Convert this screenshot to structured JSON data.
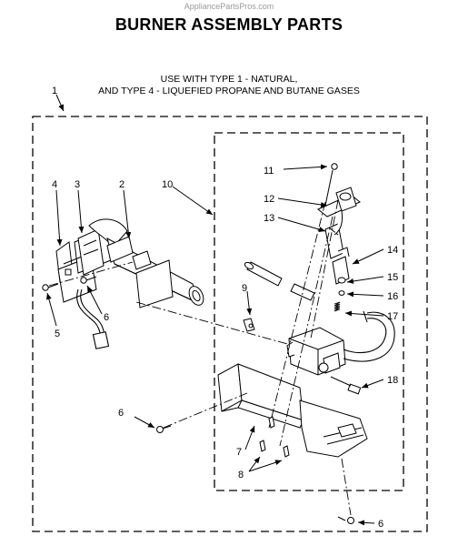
{
  "watermark": "AppliancePartsPros.com",
  "title": "BURNER ASSEMBLY PARTS",
  "subtitle_line1": "USE WITH TYPE 1 - NATURAL,",
  "subtitle_line2": "AND TYPE 4 - LIQUEFIED PROPANE AND BUTANE GASES",
  "callouts": {
    "c1": "1",
    "c2": "2",
    "c3": "3",
    "c4": "4",
    "c5": "5",
    "c6a": "6",
    "c6b": "6",
    "c6c": "6",
    "c7": "7",
    "c8": "8",
    "c9": "9",
    "c10": "10",
    "c11": "11",
    "c12": "12",
    "c13": "13",
    "c14": "14",
    "c15": "15",
    "c16": "16",
    "c17": "17",
    "c18": "18"
  }
}
